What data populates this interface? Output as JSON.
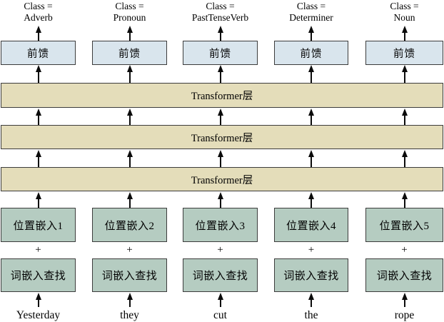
{
  "diagram": {
    "title": "transformer-sequence-classification-diagram",
    "columns": [
      {
        "class_label": {
          "line1": "Class =",
          "line2": "Adverb"
        },
        "feedforward_label": "前馈",
        "position_embedding_label": "位置嵌入1",
        "plus": "+",
        "word_embedding_label": "词嵌入查找",
        "input_word": "Yesterday"
      },
      {
        "class_label": {
          "line1": "Class =",
          "line2": "Pronoun"
        },
        "feedforward_label": "前馈",
        "position_embedding_label": "位置嵌入2",
        "plus": "+",
        "word_embedding_label": "词嵌入查找",
        "input_word": "they"
      },
      {
        "class_label": {
          "line1": "Class =",
          "line2": "PastTenseVerb"
        },
        "feedforward_label": "前馈",
        "position_embedding_label": "位置嵌入3",
        "plus": "+",
        "word_embedding_label": "词嵌入查找",
        "input_word": "cut"
      },
      {
        "class_label": {
          "line1": "Class =",
          "line2": "Determiner"
        },
        "feedforward_label": "前馈",
        "position_embedding_label": "位置嵌入4",
        "plus": "+",
        "word_embedding_label": "词嵌入查找",
        "input_word": "the"
      },
      {
        "class_label": {
          "line1": "Class =",
          "line2": "Noun"
        },
        "feedforward_label": "前馈",
        "position_embedding_label": "位置嵌入5",
        "plus": "+",
        "word_embedding_label": "词嵌入查找",
        "input_word": "rope"
      }
    ],
    "transformer_layers": [
      "Transformer层",
      "Transformer层",
      "Transformer层"
    ],
    "colors": {
      "feedforward_fill": "#d9e5ed",
      "transformer_fill": "#e4ddba",
      "embedding_fill": "#b5ccc1",
      "border": "#3c3c3c",
      "arrow": "#0b0b0b"
    }
  }
}
